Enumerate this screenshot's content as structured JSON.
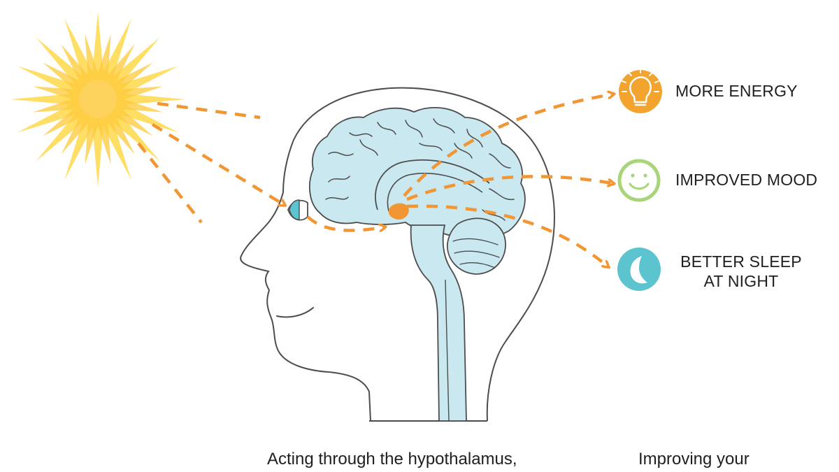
{
  "benefits": [
    {
      "icon": "lightbulb-icon",
      "label": "MORE ENERGY",
      "color": "#F2A42F"
    },
    {
      "icon": "smiley-icon",
      "label": "IMPROVED MOOD",
      "color": "#A8D57A"
    },
    {
      "icon": "moon-icon",
      "lines": [
        "BETTER SLEEP",
        "AT NIGHT"
      ],
      "color": "#5BC4CF"
    }
  ],
  "captions": {
    "left": "Acting through the hypothalamus,",
    "right": "Improving your"
  },
  "colors": {
    "arrow": "#F29634",
    "brain": "#C9E8EF",
    "outline": "#4d4d4d",
    "sun_core": "#FDD35E",
    "sun_rays": "#FFD84A",
    "hypothalamus": "#F29634",
    "eye": "#5BC4CF"
  }
}
